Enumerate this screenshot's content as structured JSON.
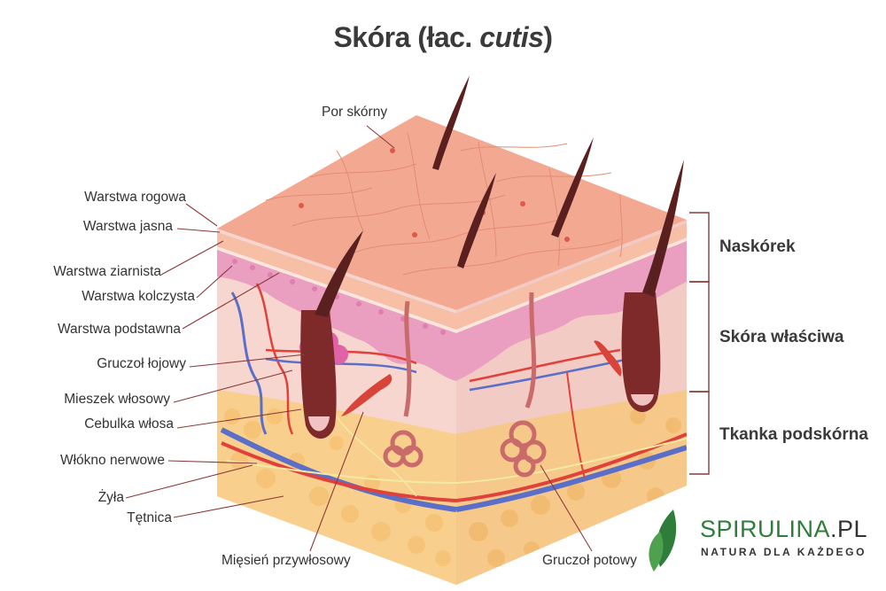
{
  "title": {
    "main": "Skóra (łac. ",
    "italic": "cutis",
    "close": ")"
  },
  "labels": {
    "por_skorny": "Por skórny",
    "warstwa_rogowa": "Warstwa rogowa",
    "warstwa_jasna": "Warstwa jasna",
    "warstwa_ziarnista": "Warstwa ziarnista",
    "warstwa_kolczysta": "Warstwa kolczysta",
    "warstwa_podstawna": "Warstwa podstawna",
    "gruczol_lojowy": "Gruczoł łojowy",
    "mieszek_wlosowy": "Mieszek włosowy",
    "cebulka_wlosa": "Cebulka włosa",
    "wlokno_nerwowe": "Włókno nerwowe",
    "zyla": "Żyła",
    "tetnica": "Tętnica",
    "miesien": "Mięsień przywłosowy",
    "gruczol_potowy": "Gruczoł potowy"
  },
  "layers": {
    "naskorek": "Naskórek",
    "skora_wlasciwa": "Skóra właściwa",
    "tkanka": "Tkanka podskórna"
  },
  "brand": {
    "name": "SPIRULINA",
    "suffix": ".PL",
    "tagline": "NATURA DLA KAŻDEGO"
  },
  "colors": {
    "epidermis_top": "#f3a991",
    "dermis": "#f7d6cf",
    "fat": "#f8cf8c",
    "artery": "#e0413a",
    "vein": "#5b6fc9",
    "hair": "#5a1f1f",
    "brand_green": "#2f7d3a"
  }
}
